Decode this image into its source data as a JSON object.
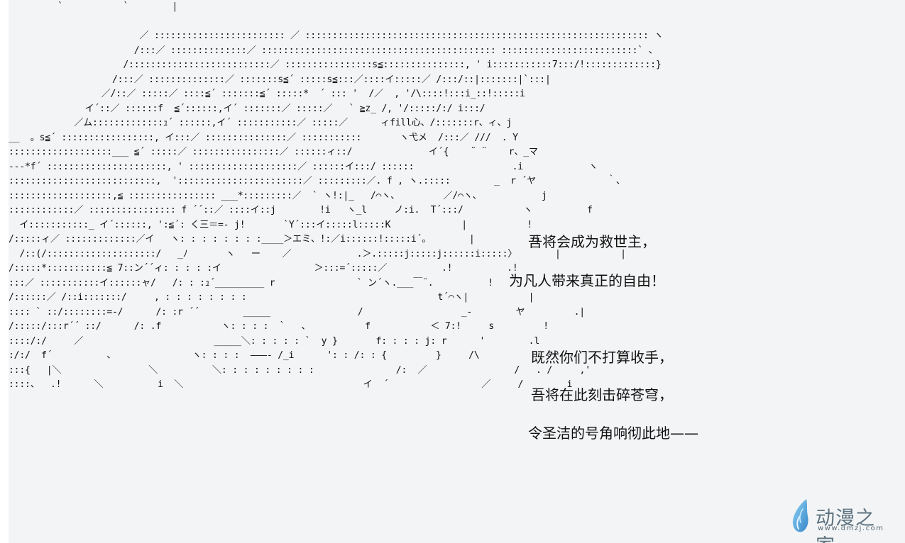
{
  "ascii_art": "         `           `        |           \n\n                        ／ :::::::::::::::::::::::: ／ ::::::::::::::::::::::::::::::::::::::::::::::::::::::::::::::: ヽ\n                       /:::／ ::::::::::::::／ ::::::::::::::::::::::::::::::::::::::::::: :::::::::::::::::::::::::` 、\n                     /::::::::::::::::::::::::::／ ::::::::::::::::s≦:::::::::::::::, ' i:::::::::::7:::/!:::::::::::::}\n                   /:::／ ::::::::::::::／ :::::::s≦´ :::::s≦:::／::::イ:::::／ /:::/::|:::::::|`:::|\n                 ／/::／ :::::／ ::::≦´ :::::::≦´ :::::*  ´ ::: '  /／  , '/\\::::!:::i_::!:::::i\n              イ´::／ ::::::f  ≦´::::::,イ´ :::::::／ :::::／   ` ≧z_ /, '/:::::/:/ i:::/\n            ／ム:::::::::::::ｭ´ ::::::,イ´ :::::::::::／ :::::／      ィfill心、/:::::::r、ィ、j\n__  。s≦´ :::::::::::::::::, イ:::／ :::::::::::::::／ :::::::::::       ヽ弋メ  /:::／ ///  . Y\n:::::::::::::::::::___ ≦´ :::::／ ::::::::::::::::／ ::::::ィ::/              イ´{    ¨ ¨    r、_マ\n---*f´ ::::::::::::::::::::::, ' ::::::::::::::::::::／ ::::::イ:::/ ::::::                  .i            ヽ\n:::::::::::::::::::::::::::,  ':::::::::::::::::::::::／ :::::::::／. f , ヽ.:::::        _  r ´ヤ             ｀、\n:::::::::::::::::::,≦ :::::::::::::::: ___*:::::::::／  ` ヽ!:|_   /⌒ヽ、        ／/⌒ヽ、           j\n::::::::::::／ :::::::::::::::: f ´´::／ ::::イ::j        !i   ヽ_l     ノ:i.  T´:::/           ヽ          f\n  イ:::::::::::_ イ´::::::, ':≦´: く三＝=- j!       `Y´:::イ:::::l:::::K             |           !\n/:::::ィ／ :::::::::::::／イ   ヽ: : : : : : : :____＞エミ、!:／i::::::!:::::i´。       |           |\n  /::(/::::::::::::::::::::/   _ﾉ       ヽ   ー    ／            .＞.:::::j:::::j::::::i:::::〉       |           |\n/:::::*:::::::::::≦ 7::ン´´ィ: : : : :イ                 ＞:::=´:::::／          .!          .!\n:::／ :::::::::::イ::::::ャ/   /: : :ｭ´_________ r               ` ン´ヽ.___￣¨.          !           !\n/::::::／ /::i:::::::/     , : : : : : : : :                                   t´⌒ヽ|           |\n:::: ` ::/::::::::=-/      /: :r ´´        _____                /                  _‐        ヤ         .|\n/:::::/:::r´´ ::/      /: .f           ヽ: : : :  `   、          f           ＜ 7:!     s         !\n::::/:/     ／                        _____＼: : : : : `  y }       f: : : : j: r      '        .l\n:/:/  f´          、              ヽ: : : :  ———- /_i      ': : /: : {         }     /\\\n:::{   |＼                ＼          ＼: : : : : : : : :               /:  ／                /   . /     ,'\n::::、  .!      ＼          i  ＼                                 イ  ´                 ／     /        i",
  "dialogue": {
    "line1": "吾将会成为救世主，",
    "line2": "为凡人带来真正的自由！",
    "line3": "既然你们不打算收手，",
    "line4": "吾将在此刻击碎苍穹，",
    "line5": "令圣洁的号角响彻此地——"
  },
  "watermark": {
    "name": "动漫之家",
    "url": "www.dmzj.com",
    "icon": "feather-drop-icon",
    "color": "#5f7282",
    "accent": "#5ba4dc"
  }
}
